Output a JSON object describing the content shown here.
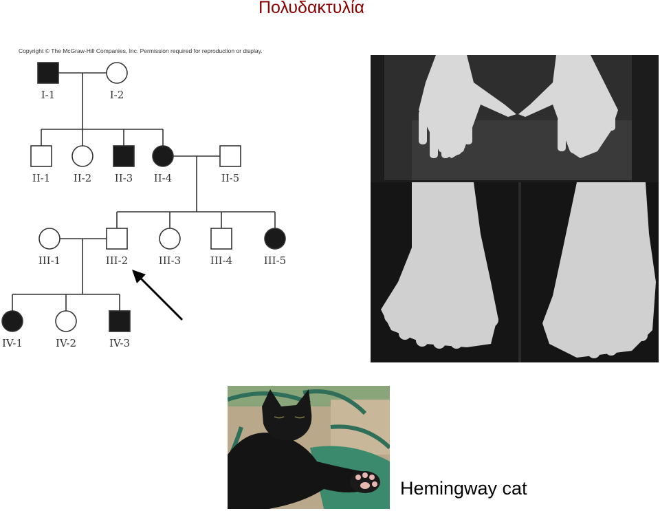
{
  "title": "Πολυδακτυλία",
  "copyright": "Copyright © The McGraw-Hill Companies, Inc. Permission required for reproduction or display.",
  "pedigree": {
    "individuals": [
      {
        "id": "I-1",
        "sex": "male",
        "affected": true
      },
      {
        "id": "I-2",
        "sex": "female",
        "affected": false
      },
      {
        "id": "II-1",
        "sex": "male",
        "affected": false
      },
      {
        "id": "II-2",
        "sex": "female",
        "affected": false
      },
      {
        "id": "II-3",
        "sex": "male",
        "affected": true
      },
      {
        "id": "II-4",
        "sex": "female",
        "affected": true
      },
      {
        "id": "II-5",
        "sex": "male",
        "affected": false
      },
      {
        "id": "III-1",
        "sex": "female",
        "affected": false
      },
      {
        "id": "III-2",
        "sex": "male",
        "affected": false
      },
      {
        "id": "III-3",
        "sex": "female",
        "affected": false
      },
      {
        "id": "III-4",
        "sex": "male",
        "affected": false
      },
      {
        "id": "III-5",
        "sex": "female",
        "affected": true
      },
      {
        "id": "IV-1",
        "sex": "female",
        "affected": true
      },
      {
        "id": "IV-2",
        "sex": "female",
        "affected": false
      },
      {
        "id": "IV-3",
        "sex": "male",
        "affected": true
      }
    ],
    "pointed_individual": "III-2",
    "colors": {
      "affected": "#1a1a1a",
      "unaffected": "#ffffff",
      "line": "#333333"
    }
  },
  "photos": {
    "polydactyly_hands_feet": "black-and-white photo of hands and feet with extra digits",
    "cat": "black polydactyl cat lying on a green garden chair"
  },
  "caption": "Hemingway cat"
}
